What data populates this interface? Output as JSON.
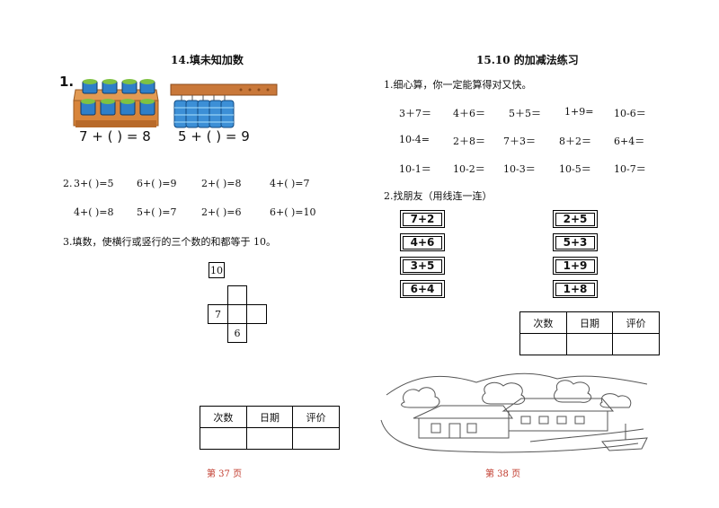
{
  "left": {
    "title": "14.填未知加数",
    "q1": {
      "label": "1.",
      "eq_a": "7 + (    ) = 8",
      "eq_b": "5 + (    ) = 9"
    },
    "q2": {
      "label": "2.",
      "row1": [
        "3+(      )=5",
        "6+(      )=9",
        "2+(      )=8",
        "4+(      )=7"
      ],
      "row2": [
        "4+(      )=8",
        "5+(      )=7",
        "2+(      )=6",
        "6+(      )=10"
      ]
    },
    "q3": {
      "text": "3.填数，使横行或竖行的三个数的和都等于 10。",
      "target": "10",
      "left_cell": "7",
      "bottom_cell": "6"
    },
    "record": {
      "headers": [
        "次数",
        "日期",
        "评价"
      ]
    },
    "page": "第 37 页"
  },
  "right": {
    "title": "15.10 的加减法练习",
    "q1": {
      "text": "1.细心算，你一定能算得对又快。",
      "rows": [
        [
          "3＋7＝",
          "4＋6＝",
          "5＋5＝",
          "1+9=",
          "10-6＝"
        ],
        [
          "10-4=",
          "2＋8＝",
          "7＋3＝",
          "8＋2＝",
          "6+4＝"
        ],
        [
          "10-1＝",
          "10-2＝",
          "10-3＝",
          "10-5＝",
          "10-7＝"
        ]
      ]
    },
    "q2": {
      "text": "2.找朋友（用线连一连）",
      "left_boxes": [
        "7+2",
        "4+6",
        "3+5",
        "6+4"
      ],
      "right_boxes": [
        "2+5",
        "5+3",
        "1+9",
        "1+8"
      ]
    },
    "record": {
      "headers": [
        "次数",
        "日期",
        "评价"
      ]
    },
    "page": "第 38 页"
  }
}
